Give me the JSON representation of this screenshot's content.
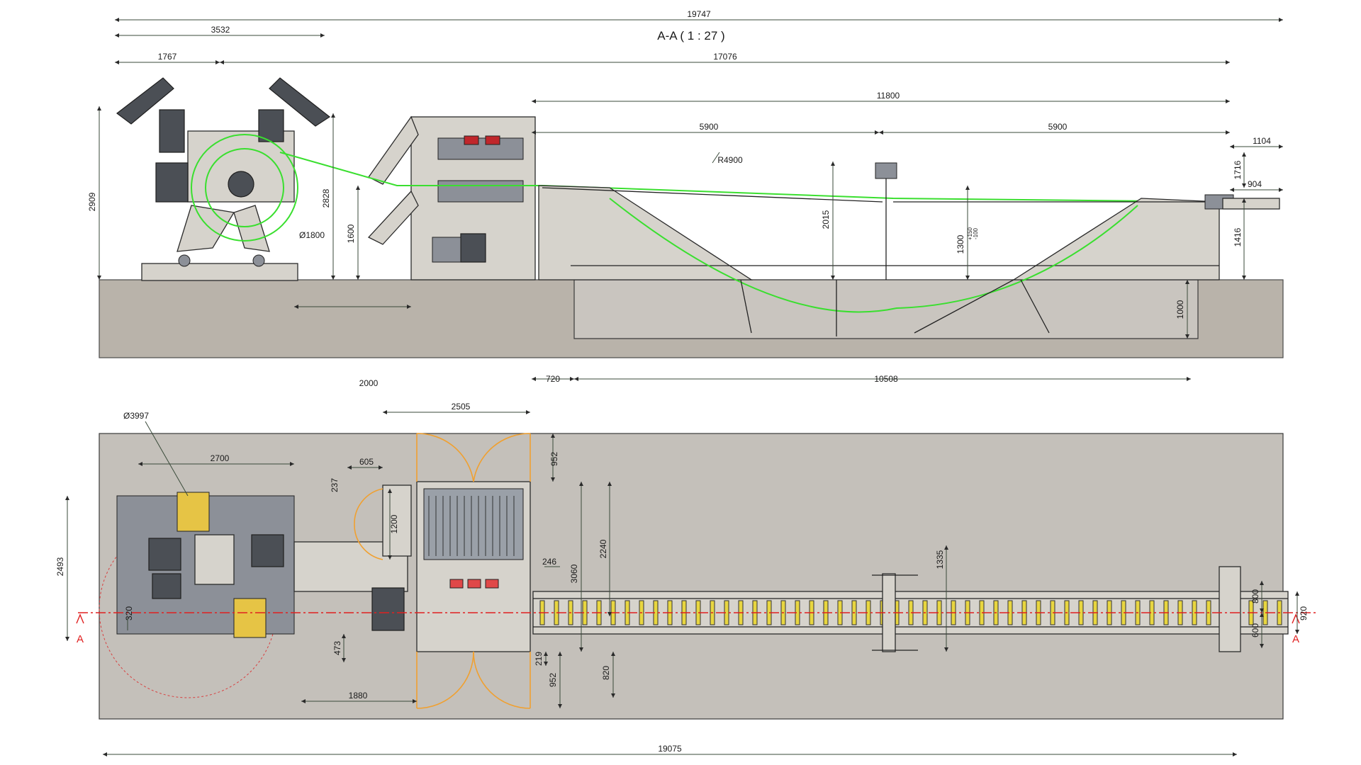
{
  "title": "A-A ( 1 : 27 )",
  "section_marker": "A",
  "elevation_dimensions": {
    "overall_length": "19747",
    "uncoiler_width": "3532",
    "uncoiler_offset": "1767",
    "line_length": "17076",
    "pit_length": "11800",
    "pit_half_left": "5900",
    "pit_half_right": "5900",
    "exit_length": "1104",
    "exit_height": "1716",
    "exit_table": "904",
    "radius": "R4900",
    "uncoiler_height": "2909",
    "feeder_height": "2828",
    "pass_line": "1600",
    "coil_diameter": "Ø1800",
    "support_height": "2015",
    "loop_depth": "1300",
    "loop_tol_plus": "+150",
    "loop_tol_minus": "-100",
    "exit_pass_line": "1416",
    "pit_depth": "1000",
    "feeder_distance": "2000",
    "pit_offset": "720",
    "pit_floor_length": "10508"
  },
  "plan_dimensions": {
    "swing_diameter": "Ø3997",
    "cabinet_width": "2505",
    "uncoiler_length": "2700",
    "guard_width": "605",
    "guard_offset": "237",
    "door_depth_top": "952",
    "guide_length": "1200",
    "uncoiler_depth": "2493",
    "machine_depth": "2240",
    "gap": "246",
    "machine_total": "3060",
    "stand_width": "1335",
    "axis_offset": "320",
    "exit_width_top": "800",
    "exit_width": "920",
    "exit_width_bottom": "600",
    "base_offset": "473",
    "side_gap": "219",
    "door_depth_bottom": "952",
    "lower_gap": "820",
    "feeder_gap": "1880",
    "overall_length": "19075"
  }
}
